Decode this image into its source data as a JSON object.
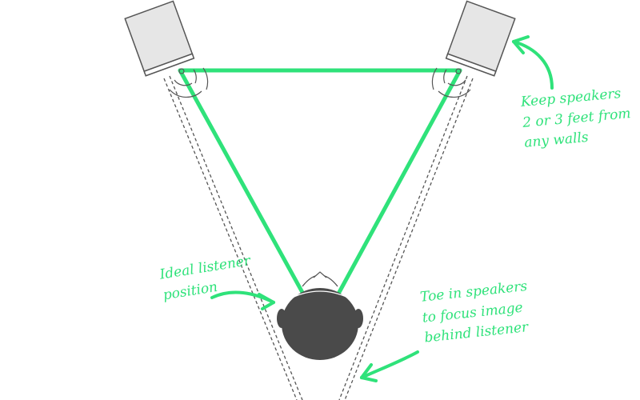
{
  "colors": {
    "accent_green": "#2fe27a",
    "speaker_fill": "#e6e6e6",
    "speaker_stroke": "#555555",
    "head_fill": "#4a4a4a",
    "dashed_line": "#555555"
  },
  "annotations": {
    "walls": {
      "line1": "Keep speakers",
      "line2": "2 or 3 feet from",
      "line3": "any walls"
    },
    "listener": {
      "line1": "Ideal listener",
      "line2": "position"
    },
    "toe_in": {
      "line1": "Toe in speakers",
      "line2": "to focus image",
      "line3": "behind listener"
    }
  },
  "icons": {
    "left_speaker": "speaker-box-icon",
    "right_speaker": "speaker-box-icon",
    "listener": "listener-head-icon",
    "arrows": "hand-drawn-arrow-icon"
  }
}
